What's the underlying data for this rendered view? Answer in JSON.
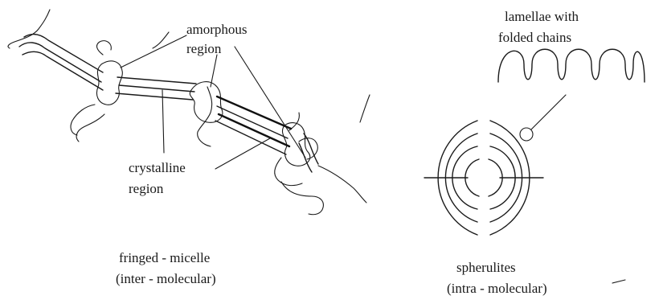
{
  "labels": {
    "amorphous_line1": "amorphous",
    "amorphous_line2": "region",
    "crystalline_line1": "crystalline",
    "crystalline_line2": "region",
    "lamellae_line1": "lamellae with",
    "lamellae_line2": "folded chains",
    "fringed_line1": "fringed - micelle",
    "fringed_line2": "(inter - molecular)",
    "spherulites_line1": "spherulites",
    "spherulites_line2": "(intra - molecular)"
  }
}
